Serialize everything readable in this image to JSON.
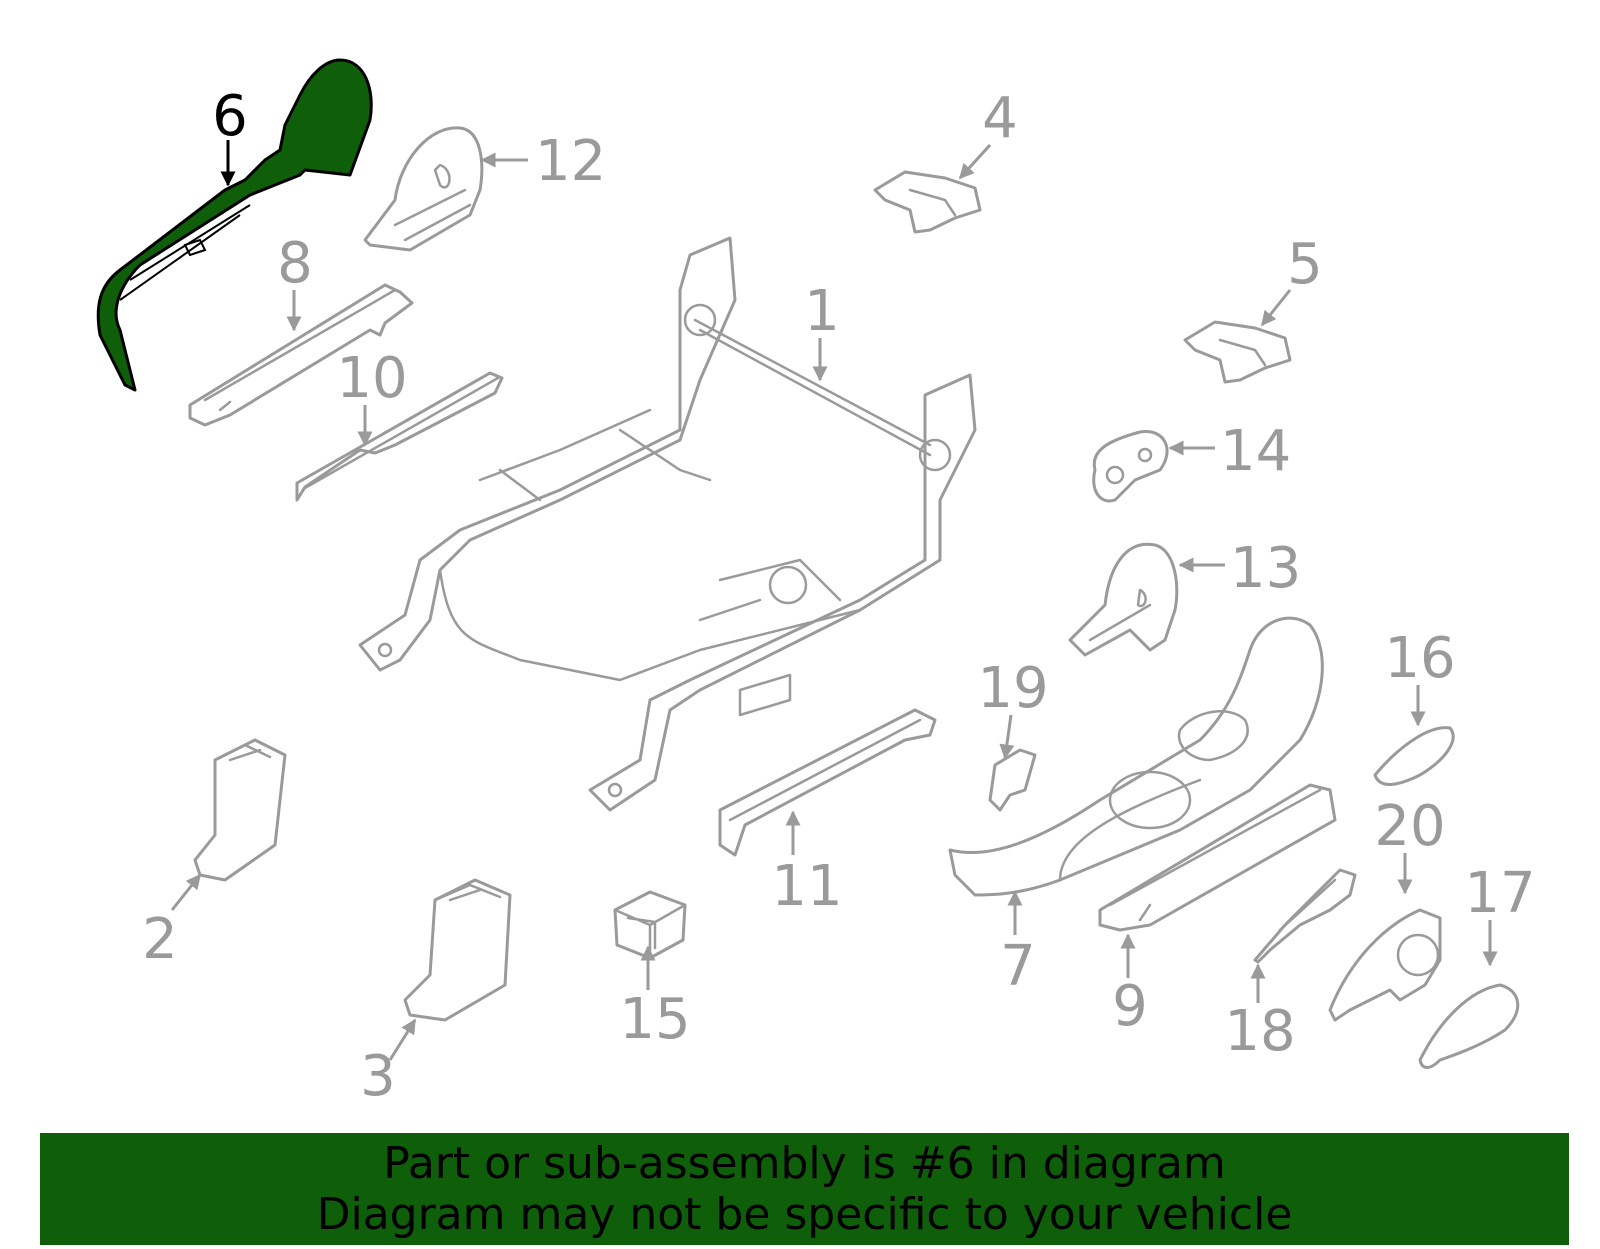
{
  "diagram": {
    "highlighted_part": "6",
    "callouts": [
      "1",
      "2",
      "3",
      "4",
      "5",
      "6",
      "7",
      "8",
      "9",
      "10",
      "11",
      "12",
      "13",
      "14",
      "15",
      "16",
      "17",
      "18",
      "19",
      "20"
    ]
  },
  "banner": {
    "line1": "Part or sub-assembly is #6 in diagram",
    "line2": "Diagram may not be specific to your vehicle"
  },
  "colors": {
    "highlight": "#0f5e0a",
    "line_art": "#9a9a9a"
  }
}
